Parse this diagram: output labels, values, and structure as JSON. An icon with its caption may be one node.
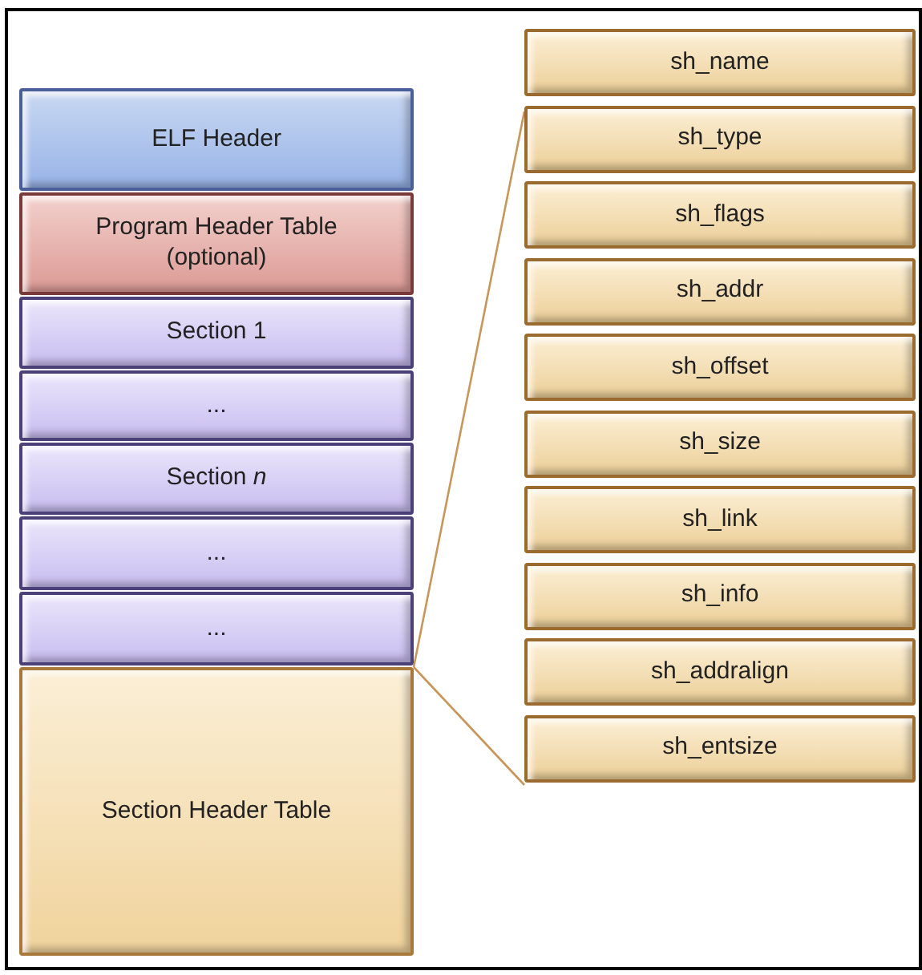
{
  "diagram": {
    "nodes": [
      {
        "text": [
          "ELF Header"
        ]
      },
      {
        "text": [
          "Program Header Table (optional)"
        ]
      },
      {
        "text": [
          "Section 1"
        ]
      },
      {
        "text": [
          "..."
        ]
      },
      {
        "text": [
          "Section *n*"
        ]
      },
      {
        "text": [
          "..."
        ]
      },
      {
        "text": [
          "..."
        ]
      },
      {
        "text": [
          "Section Header Table"
        ]
      },
      {
        "text": [
          "sh_name"
        ]
      },
      {
        "text": [
          "sh_type"
        ]
      },
      {
        "text": [
          "sh_flags"
        ]
      },
      {
        "text": [
          "sh_addr"
        ]
      },
      {
        "text": [
          "sh_offset"
        ]
      },
      {
        "text": [
          "sh_size"
        ]
      },
      {
        "text": [
          "sh_link"
        ]
      },
      {
        "text": [
          "sh_info"
        ]
      },
      {
        "text": [
          "sh_addralign"
        ]
      },
      {
        "text": [
          "sh_entsize"
        ]
      }
    ],
    "edges": [
      {
        "from": 7,
        "to": 9,
        "arrow": "none"
      },
      {
        "from": 7,
        "to": 17,
        "arrow": "none"
      }
    ]
  }
}
